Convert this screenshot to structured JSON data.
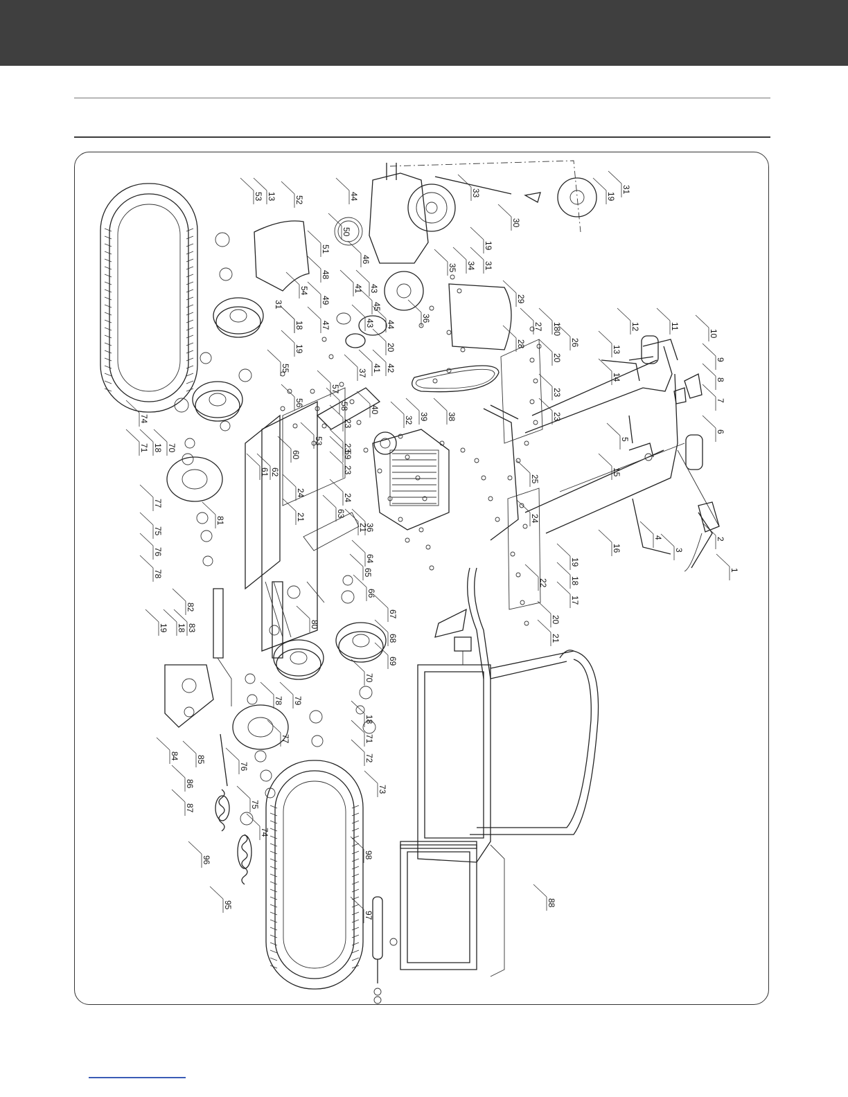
{
  "colors": {
    "header_bar": "#3f3f3f",
    "line_art": "#222222",
    "footer_link": "#3a5bb5"
  },
  "header": {
    "title": ""
  },
  "footer": {
    "link_text": ""
  },
  "diagram": {
    "view": "exploded parts diagram, rotated 90 degrees",
    "callouts": [
      {
        "id": "c1",
        "label": "1"
      },
      {
        "id": "c2",
        "label": "2"
      },
      {
        "id": "c3",
        "label": "3"
      },
      {
        "id": "c4",
        "label": "4"
      },
      {
        "id": "c5",
        "label": "5"
      },
      {
        "id": "c6",
        "label": "6"
      },
      {
        "id": "c7",
        "label": "7"
      },
      {
        "id": "c8",
        "label": "8"
      },
      {
        "id": "c9",
        "label": "9"
      },
      {
        "id": "c10",
        "label": "10"
      },
      {
        "id": "c11",
        "label": "11"
      },
      {
        "id": "c12",
        "label": "12"
      },
      {
        "id": "c13a",
        "label": "13"
      },
      {
        "id": "c13b",
        "label": "13"
      },
      {
        "id": "c14",
        "label": "14"
      },
      {
        "id": "c15",
        "label": "15"
      },
      {
        "id": "c16",
        "label": "16"
      },
      {
        "id": "c17",
        "label": "17"
      },
      {
        "id": "c18a",
        "label": "18"
      },
      {
        "id": "c18b",
        "label": "18"
      },
      {
        "id": "c18c",
        "label": "18"
      },
      {
        "id": "c18d",
        "label": "18"
      },
      {
        "id": "c18e",
        "label": "18"
      },
      {
        "id": "c180",
        "label": "180"
      },
      {
        "id": "c19a",
        "label": "19"
      },
      {
        "id": "c19b",
        "label": "19"
      },
      {
        "id": "c19c",
        "label": "19"
      },
      {
        "id": "c19d",
        "label": "19"
      },
      {
        "id": "c19e",
        "label": "19"
      },
      {
        "id": "c20a",
        "label": "20"
      },
      {
        "id": "c20b",
        "label": "20"
      },
      {
        "id": "c20c",
        "label": "20"
      },
      {
        "id": "c21a",
        "label": "21"
      },
      {
        "id": "c21b",
        "label": "21"
      },
      {
        "id": "c21c",
        "label": "21"
      },
      {
        "id": "c22",
        "label": "22"
      },
      {
        "id": "c23a",
        "label": "23"
      },
      {
        "id": "c23b",
        "label": "23"
      },
      {
        "id": "c23c",
        "label": "23"
      },
      {
        "id": "c23d",
        "label": "23"
      },
      {
        "id": "c23e",
        "label": "23"
      },
      {
        "id": "c24a",
        "label": "24"
      },
      {
        "id": "c24b",
        "label": "24"
      },
      {
        "id": "c24c",
        "label": "24"
      },
      {
        "id": "c25",
        "label": "25"
      },
      {
        "id": "c26",
        "label": "26"
      },
      {
        "id": "c27",
        "label": "27"
      },
      {
        "id": "c28",
        "label": "28"
      },
      {
        "id": "c29",
        "label": "29"
      },
      {
        "id": "c30",
        "label": "30"
      },
      {
        "id": "c31a",
        "label": "31"
      },
      {
        "id": "c31b",
        "label": "31"
      },
      {
        "id": "c31c",
        "label": "31"
      },
      {
        "id": "c32",
        "label": "32"
      },
      {
        "id": "c33",
        "label": "33"
      },
      {
        "id": "c34",
        "label": "34"
      },
      {
        "id": "c35",
        "label": "35"
      },
      {
        "id": "c36a",
        "label": "36"
      },
      {
        "id": "c36b",
        "label": "36"
      },
      {
        "id": "c37",
        "label": "37"
      },
      {
        "id": "c38",
        "label": "38"
      },
      {
        "id": "c39",
        "label": "39"
      },
      {
        "id": "c40",
        "label": "40"
      },
      {
        "id": "c41a",
        "label": "41"
      },
      {
        "id": "c41b",
        "label": "41"
      },
      {
        "id": "c42",
        "label": "42"
      },
      {
        "id": "c43a",
        "label": "43"
      },
      {
        "id": "c43b",
        "label": "43"
      },
      {
        "id": "c44a",
        "label": "44"
      },
      {
        "id": "c44b",
        "label": "44"
      },
      {
        "id": "c45",
        "label": "45"
      },
      {
        "id": "c46",
        "label": "46"
      },
      {
        "id": "c47",
        "label": "47"
      },
      {
        "id": "c48",
        "label": "48"
      },
      {
        "id": "c49",
        "label": "49"
      },
      {
        "id": "c50",
        "label": "50"
      },
      {
        "id": "c51",
        "label": "51"
      },
      {
        "id": "c52",
        "label": "52"
      },
      {
        "id": "c53a",
        "label": "53"
      },
      {
        "id": "c53b",
        "label": "53"
      },
      {
        "id": "c54",
        "label": "54"
      },
      {
        "id": "c55",
        "label": "55"
      },
      {
        "id": "c56",
        "label": "56"
      },
      {
        "id": "c57",
        "label": "57"
      },
      {
        "id": "c58",
        "label": "58"
      },
      {
        "id": "c59",
        "label": "59"
      },
      {
        "id": "c60",
        "label": "60"
      },
      {
        "id": "c61",
        "label": "61"
      },
      {
        "id": "c62",
        "label": "62"
      },
      {
        "id": "c63",
        "label": "63"
      },
      {
        "id": "c64",
        "label": "64"
      },
      {
        "id": "c65",
        "label": "65"
      },
      {
        "id": "c66",
        "label": "66"
      },
      {
        "id": "c67",
        "label": "67"
      },
      {
        "id": "c68",
        "label": "68"
      },
      {
        "id": "c69",
        "label": "69"
      },
      {
        "id": "c70a",
        "label": "70"
      },
      {
        "id": "c70b",
        "label": "70"
      },
      {
        "id": "c71a",
        "label": "71"
      },
      {
        "id": "c71b",
        "label": "71"
      },
      {
        "id": "c72",
        "label": "72"
      },
      {
        "id": "c73",
        "label": "73"
      },
      {
        "id": "c74a",
        "label": "74"
      },
      {
        "id": "c74b",
        "label": "74"
      },
      {
        "id": "c75a",
        "label": "75"
      },
      {
        "id": "c75b",
        "label": "75"
      },
      {
        "id": "c76a",
        "label": "76"
      },
      {
        "id": "c76b",
        "label": "76"
      },
      {
        "id": "c77a",
        "label": "77"
      },
      {
        "id": "c77b",
        "label": "77"
      },
      {
        "id": "c78a",
        "label": "78"
      },
      {
        "id": "c78b",
        "label": "78"
      },
      {
        "id": "c79",
        "label": "79"
      },
      {
        "id": "c80",
        "label": "80"
      },
      {
        "id": "c81",
        "label": "81"
      },
      {
        "id": "c82",
        "label": "82"
      },
      {
        "id": "c83",
        "label": "83"
      },
      {
        "id": "c84",
        "label": "84"
      },
      {
        "id": "c85",
        "label": "85"
      },
      {
        "id": "c86",
        "label": "86"
      },
      {
        "id": "c87",
        "label": "87"
      },
      {
        "id": "c88",
        "label": "88"
      },
      {
        "id": "c95",
        "label": "95"
      },
      {
        "id": "c96",
        "label": "96"
      },
      {
        "id": "c97",
        "label": "97"
      },
      {
        "id": "c98",
        "label": "98"
      }
    ]
  }
}
